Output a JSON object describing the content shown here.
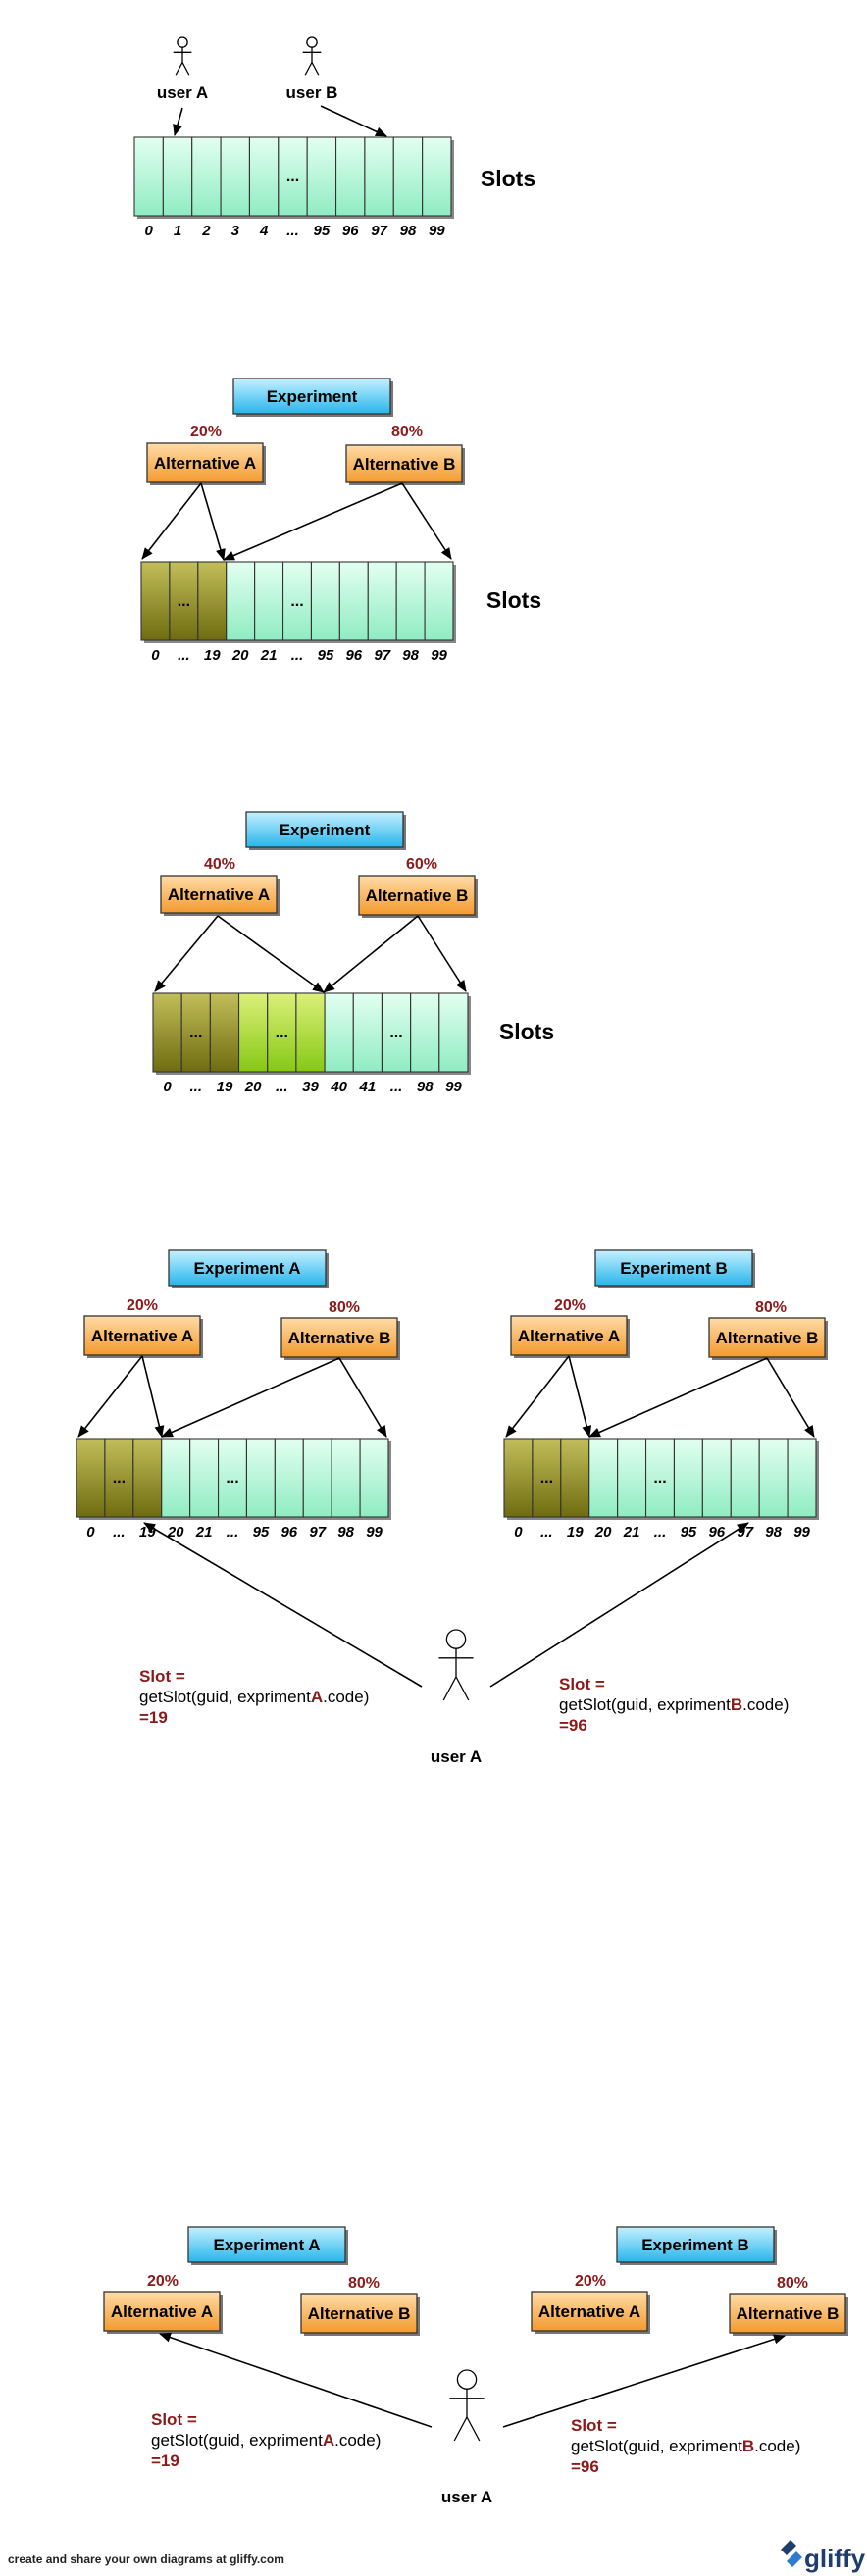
{
  "slots_label": "Slots",
  "ellipsis": "...",
  "section1": {
    "users": [
      {
        "label": "user A"
      },
      {
        "label": "user B"
      }
    ],
    "cells": [
      "",
      "",
      "",
      "",
      "",
      "...",
      "",
      "",
      "",
      "",
      ""
    ],
    "indices": [
      "0",
      "1",
      "2",
      "3",
      "4",
      "...",
      "95",
      "96",
      "97",
      "98",
      "99"
    ]
  },
  "section2": {
    "experiment": "Experiment",
    "alternatives": [
      {
        "label": "Alternative A",
        "pct": "20%"
      },
      {
        "label": "Alternative B",
        "pct": "80%"
      }
    ],
    "indices": [
      "0",
      "...",
      "19",
      "20",
      "21",
      "...",
      "95",
      "96",
      "97",
      "98",
      "99"
    ]
  },
  "section3": {
    "experiment": "Experiment",
    "alternatives": [
      {
        "label": "Alternative A",
        "pct": "40%"
      },
      {
        "label": "Alternative B",
        "pct": "60%"
      }
    ],
    "indices": [
      "0",
      "...",
      "19",
      "20",
      "...",
      "39",
      "40",
      "41",
      "...",
      "98",
      "99"
    ]
  },
  "section4": {
    "experiments": [
      {
        "title": "Experiment A",
        "alternatives": [
          {
            "label": "Alternative A",
            "pct": "20%"
          },
          {
            "label": "Alternative B",
            "pct": "80%"
          }
        ],
        "indices": [
          "0",
          "...",
          "19",
          "20",
          "21",
          "...",
          "95",
          "96",
          "97",
          "98",
          "99"
        ],
        "formula": {
          "line1": "Slot =",
          "line2_pre": "getSlot(guid, expriment",
          "line2_key": "A",
          "line2_post": ".code)",
          "line3": "=19"
        }
      },
      {
        "title": "Experiment B",
        "alternatives": [
          {
            "label": "Alternative A",
            "pct": "20%"
          },
          {
            "label": "Alternative B",
            "pct": "80%"
          }
        ],
        "indices": [
          "0",
          "...",
          "19",
          "20",
          "21",
          "...",
          "95",
          "96",
          "97",
          "98",
          "99"
        ],
        "formula": {
          "line1": "Slot =",
          "line2_pre": "getSlot(guid, expriment",
          "line2_key": "B",
          "line2_post": ".code)",
          "line3": "=96"
        }
      }
    ],
    "user": "user A"
  },
  "section5": {
    "experiments": [
      {
        "title": "Experiment A",
        "alternatives": [
          {
            "label": "Alternative A",
            "pct": "20%"
          },
          {
            "label": "Alternative B",
            "pct": "80%"
          }
        ],
        "formula": {
          "line1": "Slot =",
          "line2_pre": "getSlot(guid, expriment",
          "line2_key": "A",
          "line2_post": ".code)",
          "line3": "=19"
        }
      },
      {
        "title": "Experiment B",
        "alternatives": [
          {
            "label": "Alternative A",
            "pct": "20%"
          },
          {
            "label": "Alternative B",
            "pct": "80%"
          }
        ],
        "formula": {
          "line1": "Slot =",
          "line2_pre": "getSlot(guid, expriment",
          "line2_key": "B",
          "line2_post": ".code)",
          "line3": "=96"
        }
      }
    ],
    "user": "user A"
  },
  "footer": {
    "text": "create and share your own diagrams at gliffy.com",
    "brand": "gliffy"
  },
  "colors": {
    "mint": "#b8f5da",
    "olive": "#8f8c26",
    "lime": "#9fd22a",
    "experiment_blue": "#48c8f0",
    "alternative_orange": "#f7a845",
    "pct_red": "#8b1a1a"
  }
}
